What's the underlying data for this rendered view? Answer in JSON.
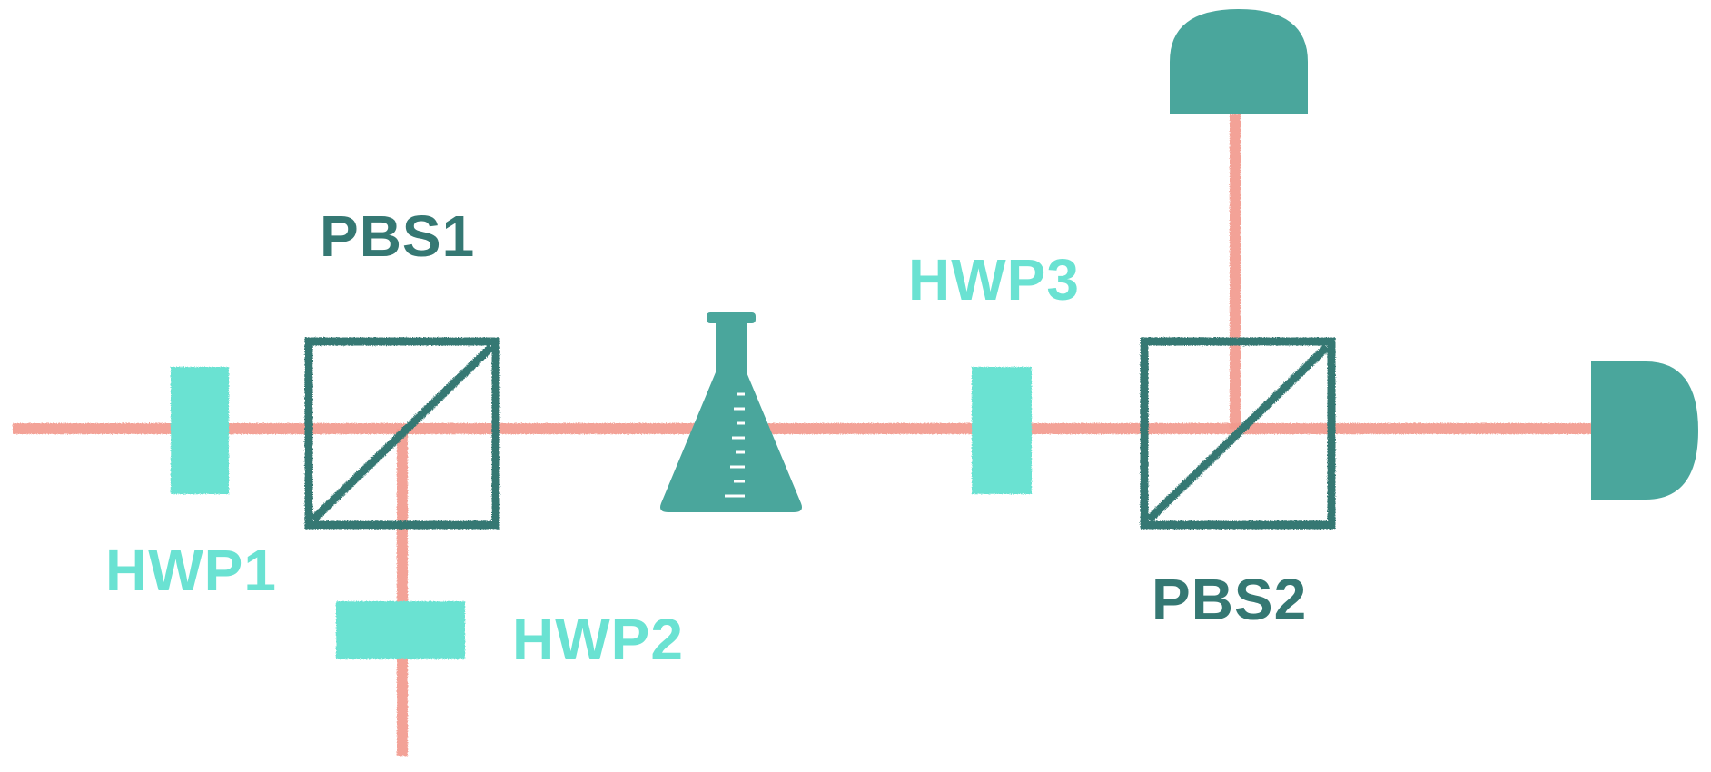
{
  "labels": {
    "pbs1": "PBS1",
    "pbs2": "PBS2",
    "hwp1": "HWP1",
    "hwp2": "HWP2",
    "hwp3": "HWP3"
  },
  "colors": {
    "beam": "#f29a8e",
    "waveplate": "#6ae2d2",
    "beamsplitter": "#357873",
    "detector": "#4aa69c",
    "flask": "#4aa69c",
    "background": "#ffffff"
  },
  "icons": {
    "sample": "erlenmeyer-flask-icon",
    "detector": "photodetector-icon"
  }
}
